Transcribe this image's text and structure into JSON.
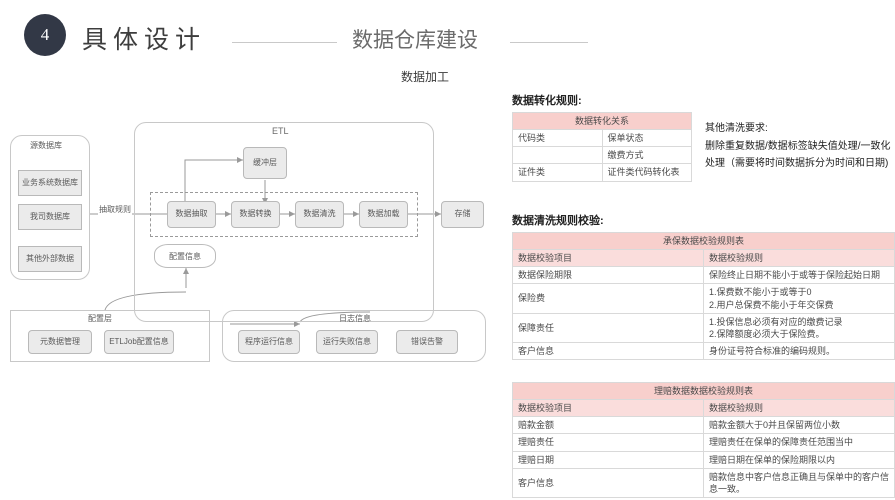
{
  "header": {
    "badge_number": "4",
    "title": "具体设计",
    "subtitle": "数据仓库建设",
    "sub_caption": "数据加工"
  },
  "diagram": {
    "source_group_label": "源数据库",
    "source_items": [
      "业务系统数据库",
      "我司数据库",
      "其他外部数据"
    ],
    "etl_label": "ETL",
    "buffer_node": "缓冲层",
    "pipeline": [
      "数据抽取",
      "数据转换",
      "数据清洗",
      "数据加载"
    ],
    "config_cylinder": "配置信息",
    "storage_node": "存储",
    "extract_rule_label": "抽取规则",
    "config_group_label": "配置层",
    "config_items": [
      "元数据管理",
      "ETLJob配置信息"
    ],
    "log_group_label": "日志信息",
    "log_items": [
      "程序运行信息",
      "运行失败信息",
      "错误告警"
    ]
  },
  "right": {
    "transform_title": "数据转化规则:",
    "transform_table": {
      "header": "数据转化关系",
      "rows": [
        {
          "c1": "代码类",
          "c2": "保单状态"
        },
        {
          "c1": "",
          "c2": "缴费方式"
        },
        {
          "c1": "证件类",
          "c2": "证件类代码转化表"
        }
      ]
    },
    "other_note": {
      "title": "其他清洗要求:",
      "body": "删除重复数据/数据标签缺失值处理/一致化处理（需要将时间数据拆分为时间和日期)"
    },
    "clean_title": "数据清洗规则校验:",
    "underwriting_table": {
      "header": "承保数据校验规则表",
      "col1": "数据校验项目",
      "col2": "数据校验规则",
      "rows": [
        {
          "c1": "数据保险期限",
          "c2": "保险终止日期不能小于或等于保险起始日期"
        },
        {
          "c1": "保险费",
          "c2": "1.保费数不能小于或等于0\n2.用户总保费不能小于年交保费"
        },
        {
          "c1": "保障责任",
          "c2": "1.投保信息必须有对应的缴费记录\n2.保障额度必须大于保险费。"
        },
        {
          "c1": "客户信息",
          "c2": "身份证号符合标准的编码规则。"
        }
      ]
    },
    "claims_table": {
      "header": "理赔数据数据校验规则表",
      "col1": "数据校验项目",
      "col2": "数据校验规则",
      "rows": [
        {
          "c1": "赔款金额",
          "c2": "赔款金额大于0并且保留两位小数"
        },
        {
          "c1": "理赔责任",
          "c2": "理赔责任在保单的保障责任范围当中"
        },
        {
          "c1": "理赔日期",
          "c2": "理赔日期在保单的保险期限以内"
        },
        {
          "c1": "客户信息",
          "c2": "赔款信息中客户信息正确且与保单中的客户信息一致。"
        }
      ]
    }
  },
  "colors": {
    "badge_bg": "#323846",
    "table_header_pink": "#f8cfcc",
    "table_subheader_pink": "#fadddc",
    "node_fill": "#ebebeb",
    "node_border": "#b9b9b9"
  }
}
